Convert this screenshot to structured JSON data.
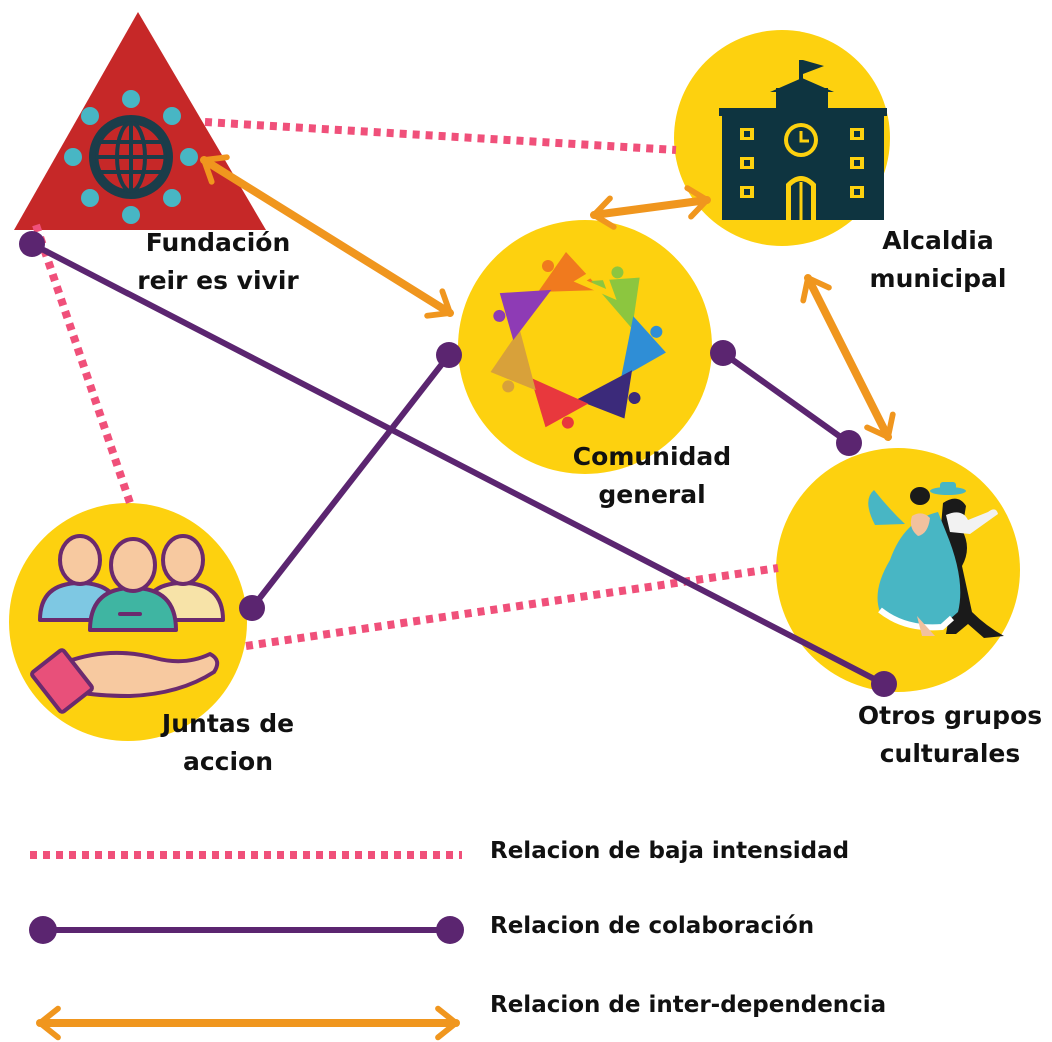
{
  "colors": {
    "node_fill": "#FDD10F",
    "triangle_fill": "#C62828",
    "low_intensity": "#F0507A",
    "collaboration": "#5B2570",
    "interdependence": "#F0961E",
    "icon_dark": "#0E3440",
    "icon_teal": "#48B6C4"
  },
  "nodes": {
    "fundacion": {
      "label_line1": "Fundación",
      "label_line2": "reir es vivir",
      "icon": "globe-people-icon"
    },
    "alcaldia": {
      "label_line1": "Alcaldia",
      "label_line2": "municipal",
      "icon": "town-hall-icon"
    },
    "comunidad": {
      "label_line1": "Comunidad",
      "label_line2": "general",
      "icon": "community-triangles-icon"
    },
    "juntas": {
      "label_line1": "Juntas de",
      "label_line2": "accion",
      "icon": "people-hand-icon"
    },
    "otros": {
      "label_line1": "Otros grupos",
      "label_line2": "culturales",
      "icon": "folk-dancers-icon"
    }
  },
  "relations": [
    {
      "from": "Fundación reir es vivir",
      "to": "Alcaldia municipal",
      "type": "low_intensity"
    },
    {
      "from": "Fundación reir es vivir",
      "to": "Juntas de accion",
      "type": "low_intensity"
    },
    {
      "from": "Juntas de accion",
      "to": "Otros grupos culturales",
      "type": "low_intensity"
    },
    {
      "from": "Fundación reir es vivir",
      "to": "Otros grupos culturales",
      "type": "collaboration"
    },
    {
      "from": "Juntas de accion",
      "to": "Comunidad general",
      "type": "collaboration"
    },
    {
      "from": "Comunidad general",
      "to": "Otros grupos culturales",
      "type": "collaboration"
    },
    {
      "from": "Fundación reir es vivir",
      "to": "Comunidad general",
      "type": "interdependence"
    },
    {
      "from": "Comunidad general",
      "to": "Alcaldia municipal",
      "type": "interdependence"
    },
    {
      "from": "Alcaldia municipal",
      "to": "Otros grupos culturales",
      "type": "interdependence"
    }
  ],
  "legend": {
    "low_intensity": "Relacion  de baja intensidad",
    "collaboration": "Relacion de colaboración",
    "interdependence": "Relacion de  inter-dependencia"
  }
}
